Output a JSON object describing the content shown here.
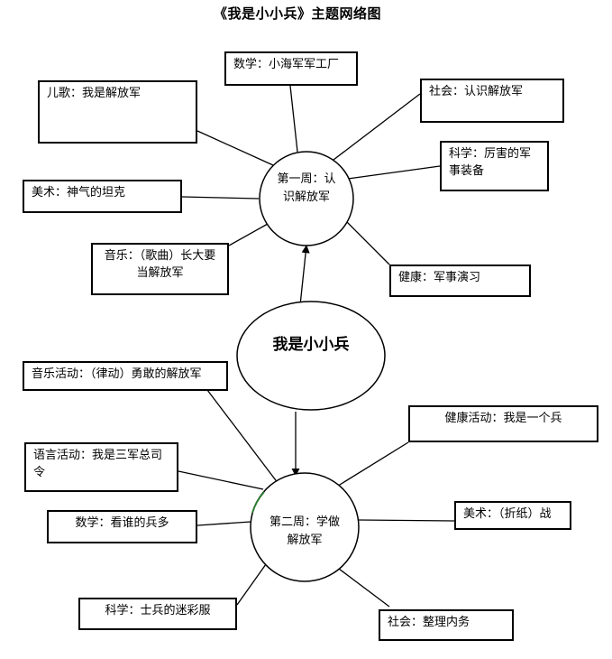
{
  "title": "《我是小小兵》主题网络图",
  "center": "我是小小兵",
  "week1": {
    "label": "第一周：认识解放军",
    "items": {
      "math": "数学：小海军军工厂",
      "song": "儿歌：我是解放军",
      "society": "社会：认识解放军",
      "science": "科学：厉害的军事装备",
      "art": "美术：神气的坦克",
      "music": "音乐：（歌曲）长大要当解放军",
      "health": "健康：军事演习"
    }
  },
  "week2": {
    "label": "第二周：学做解放军",
    "items": {
      "music": "音乐活动：（律动）勇敢的解放军",
      "health": "健康活动：我是一个兵",
      "language": "语言活动：我是三军总司令",
      "art": "美术：（折纸）战",
      "math": "数学：看谁的兵多",
      "science": "科学：士兵的迷彩服",
      "society": "社会：整理内务"
    }
  }
}
